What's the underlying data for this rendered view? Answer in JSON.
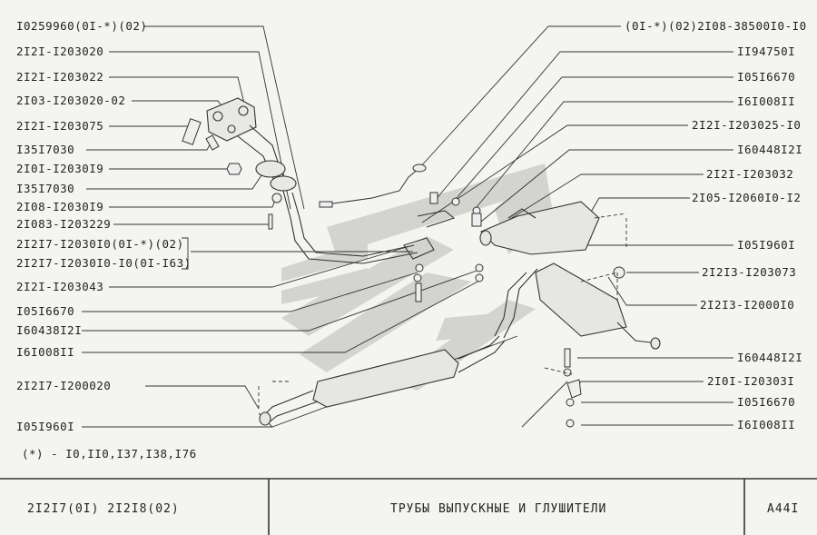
{
  "labels_left": [
    "I0259960(0I-*)(02)",
    "2I2I-I203020",
    "2I2I-I203022",
    "2I03-I203020-02",
    "2I2I-I203075",
    "I35I7030",
    "2I0I-I2030I9",
    "I35I7030",
    "2I08-I2030I9",
    "2I083-I203229",
    "2I2I7-I2030I0(0I-*)(02)",
    "2I2I7-I2030I0-I0(0I-I63)",
    "2I2I-I203043",
    "I05I6670",
    "I60438I2I",
    "I6I008II",
    "2I2I7-I200020",
    "I05I960I"
  ],
  "labels_right": [
    "(0I-*)(02)2I08-38500I0-I0",
    "II94750I",
    "I05I6670",
    "I6I008II",
    "2I2I-I203025-I0",
    "I60448I2I",
    "2I2I-I203032",
    "2I05-I2060I0-I2",
    "I05I960I",
    "2I2I3-I203073",
    "2I2I3-I2000I0",
    "I60448I2I",
    "2I0I-I20303I",
    "I05I6670",
    "I6I008II"
  ],
  "footnote": "(*) - I0,II0,I37,I38,I76",
  "footer": {
    "models": "2I2I7(0I)  2I2I8(02)",
    "title": "ТРУБЫ  ВЫПУСКНЫЕ  И  ГЛУШИТЕЛИ",
    "page": "A44I"
  }
}
